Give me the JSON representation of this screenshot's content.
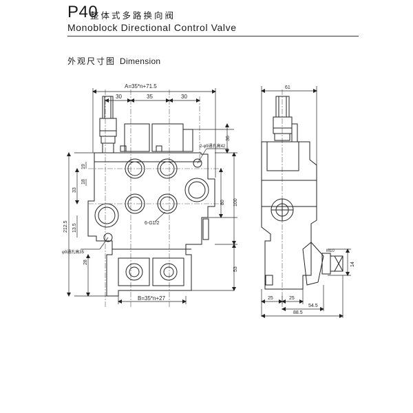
{
  "header": {
    "model": "P40",
    "title_cn": "整体式多路换向阀",
    "title_en": "Monoblock Directional Control Valve"
  },
  "section": {
    "title_cn": "外观尺寸图",
    "title_en": "Dimension"
  },
  "front_view": {
    "overall_width": "A=35*n+71.5",
    "spacing_left": "30",
    "spacing_mid": "35",
    "spacing_right": "30",
    "height_top": "36",
    "mount_hole_top": "2-φ9通孔高42",
    "dim_19": "19",
    "dim_18": "18",
    "dim_33": "33",
    "dim_80": "80",
    "dim_100": "100",
    "port_label": "6-G1/2",
    "dim_212_5": "212.5",
    "dim_13_5": "13.5",
    "mount_hole_bottom": "φ9通孔高35",
    "dim_28": "28",
    "dim_53": "53",
    "bottom_width": "B=35*n+27"
  },
  "side_view": {
    "top_width": "61",
    "m10": "M10",
    "dim_14": "14",
    "dim_25a": "25",
    "dim_25b": "25",
    "dim_54_5": "54.5",
    "dim_88_5": "88.5"
  }
}
